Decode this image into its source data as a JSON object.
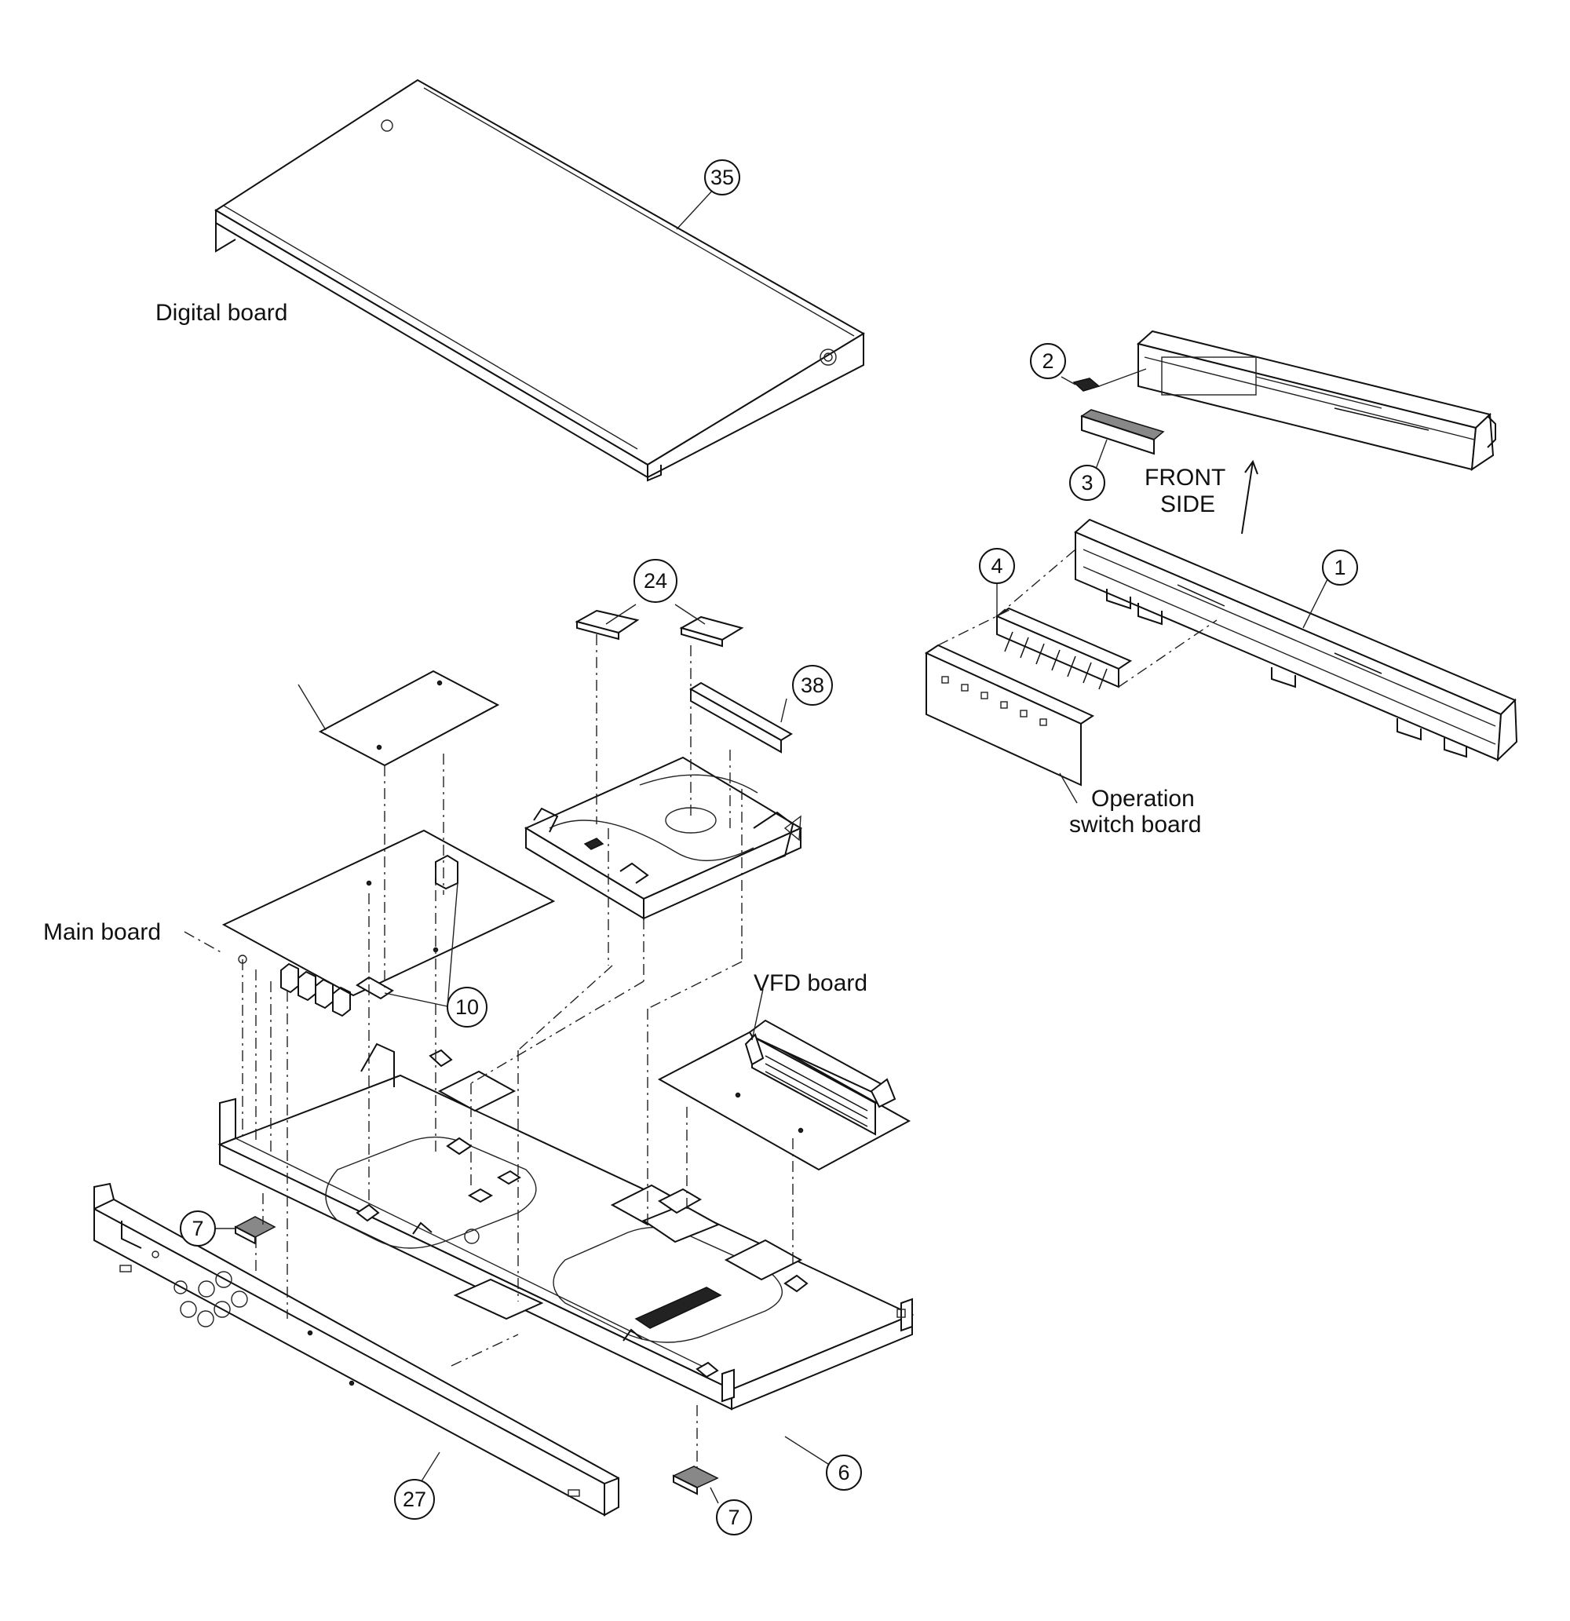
{
  "labels": {
    "digital_board": "Digital board",
    "main_board": "Main board",
    "vfd_board": "VFD board",
    "operation_switch_board_line1": "Operation",
    "operation_switch_board_line2": "switch board",
    "front_side_line1": "FRONT",
    "front_side_line2": "SIDE"
  },
  "callouts": {
    "top_cover": "35",
    "front_panel": "1",
    "part_2": "2",
    "part_3": "3",
    "part_4": "4",
    "part_24": "24",
    "part_38": "38",
    "part_10": "10",
    "foot_left": "7",
    "foot_right": "7",
    "chassis": "6",
    "rear_panel": "27"
  }
}
